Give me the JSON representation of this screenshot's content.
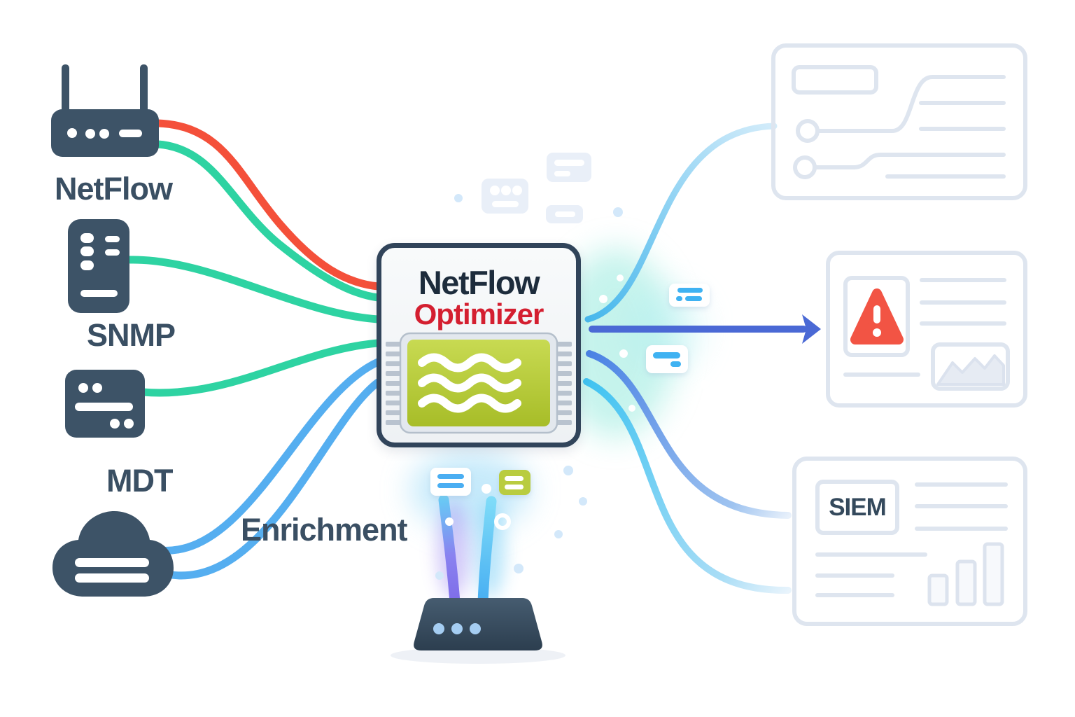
{
  "sources": [
    {
      "id": "netflow",
      "label": "NetFlow"
    },
    {
      "id": "snmp",
      "label": "SNMP"
    },
    {
      "id": "mdt",
      "label": "MDT"
    }
  ],
  "enrichment": {
    "label": "Enrichment"
  },
  "processor": {
    "title_top": "NetFlow",
    "title_bottom": "Optimizer"
  },
  "siem": {
    "label": "SIEM"
  },
  "colors": {
    "icon_slate": "#3d5367",
    "title_navy": "#1d2c3c",
    "optimizer_red": "#d41f30",
    "flow_red": "#f4503a",
    "flow_green": "#2ed3a2",
    "flow_blue": "#55aef0",
    "arrow_blue": "#4a69d5",
    "curve_cyan": "#4fbcee",
    "chip_lime": "#b5cb35",
    "alert_red": "#f25444",
    "panel_outline": "#dee5ef"
  }
}
